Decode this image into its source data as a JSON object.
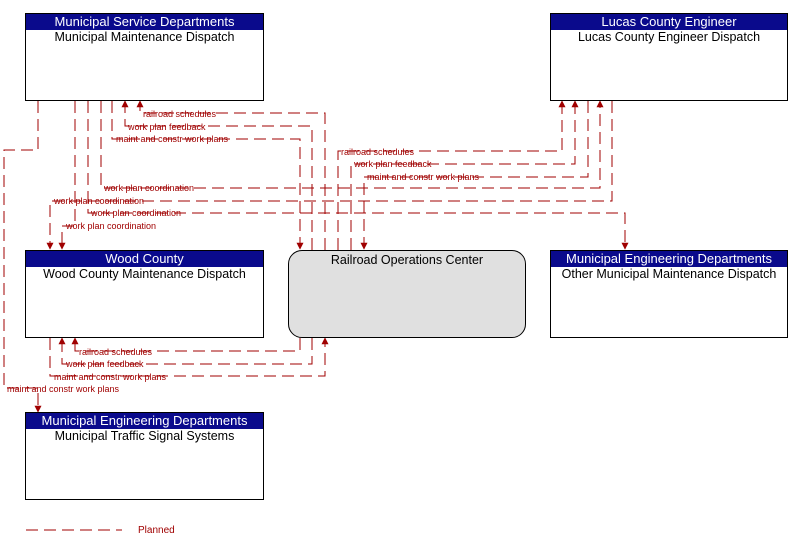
{
  "colors": {
    "flow": "#a00000",
    "header_bg": "#0a0a8c",
    "center_bg": "#e0e0e0"
  },
  "elements": {
    "msd": {
      "owner": "Municipal Service Departments",
      "name": "Municipal Maintenance Dispatch"
    },
    "lce": {
      "owner": "Lucas County Engineer",
      "name": "Lucas County Engineer Dispatch"
    },
    "wc": {
      "owner": "Wood County",
      "name": "Wood County Maintenance Dispatch"
    },
    "roc": {
      "name": "Railroad Operations Center"
    },
    "med_other": {
      "owner": "Municipal Engineering Departments",
      "name": "Other Municipal Maintenance Dispatch"
    },
    "med_traffic": {
      "owner": "Municipal Engineering Departments",
      "name": "Municipal Traffic Signal Systems"
    }
  },
  "flows": {
    "msd_railroad_schedules": "railroad schedules",
    "msd_work_plan_feedback": "work plan feedback",
    "msd_maint_plans": "maint and constr work plans",
    "lce_railroad_schedules": "railroad schedules",
    "lce_work_plan_feedback": "work plan feedback",
    "lce_maint_plans": "maint and constr work plans",
    "coord_msd_lce": "work plan coordination",
    "coord_lce_wc": "work plan coordination",
    "coord_msd_other": "work plan coordination",
    "coord_msd_wc": "work plan coordination",
    "wc_railroad_schedules": "railroad schedules",
    "wc_work_plan_feedback": "work plan feedback",
    "wc_maint_plans": "maint and constr work plans",
    "msd_traffic_plans": "maint and constr work plans"
  },
  "legend": {
    "label": "Planned"
  }
}
